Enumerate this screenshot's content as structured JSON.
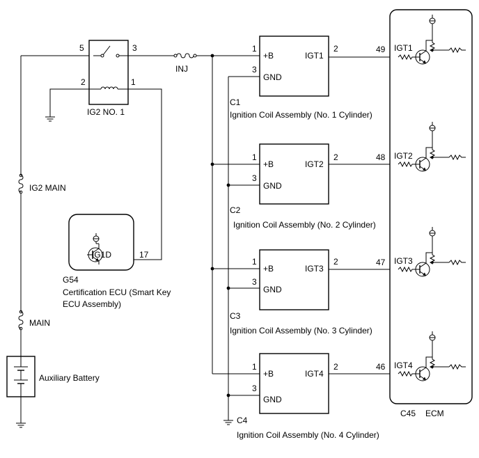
{
  "relay": {
    "name": "IG2 NO. 1",
    "pins": {
      "p5": "5",
      "p3": "3",
      "p2": "2",
      "p1": "1"
    }
  },
  "fuses": {
    "inj": "INJ",
    "ig2_main": "IG2 MAIN",
    "main": "MAIN"
  },
  "battery": {
    "label": "Auxiliary Battery"
  },
  "cert_ecu": {
    "code": "G54",
    "name_line1": "Certification ECU (Smart Key",
    "name_line2": "ECU Assembly)",
    "terminal": "IG1D",
    "pin": "17"
  },
  "coils": [
    {
      "code": "C1",
      "name": "Ignition Coil Assembly (No. 1 Cylinder)",
      "b_label": "+B",
      "gnd_label": "GND",
      "igt_label": "IGT1",
      "pin_b": "1",
      "pin_gnd": "3",
      "pin_igt": "2"
    },
    {
      "code": "C2",
      "name": "Ignition Coil Assembly (No. 2 Cylinder)",
      "b_label": "+B",
      "gnd_label": "GND",
      "igt_label": "IGT2",
      "pin_b": "1",
      "pin_gnd": "3",
      "pin_igt": "2"
    },
    {
      "code": "C3",
      "name": "Ignition Coil Assembly (No. 3 Cylinder)",
      "b_label": "+B",
      "gnd_label": "GND",
      "igt_label": "IGT3",
      "pin_b": "1",
      "pin_gnd": "3",
      "pin_igt": "2"
    },
    {
      "code": "C4",
      "name": "Ignition Coil Assembly (No. 4 Cylinder)",
      "b_label": "+B",
      "gnd_label": "GND",
      "igt_label": "IGT4",
      "pin_b": "1",
      "pin_gnd": "3",
      "pin_igt": "2"
    }
  ],
  "ecm": {
    "code": "C45",
    "name": "ECM",
    "inputs": [
      {
        "pin": "49",
        "label": "IGT1"
      },
      {
        "pin": "48",
        "label": "IGT2"
      },
      {
        "pin": "47",
        "label": "IGT3"
      },
      {
        "pin": "46",
        "label": "IGT4"
      }
    ]
  }
}
